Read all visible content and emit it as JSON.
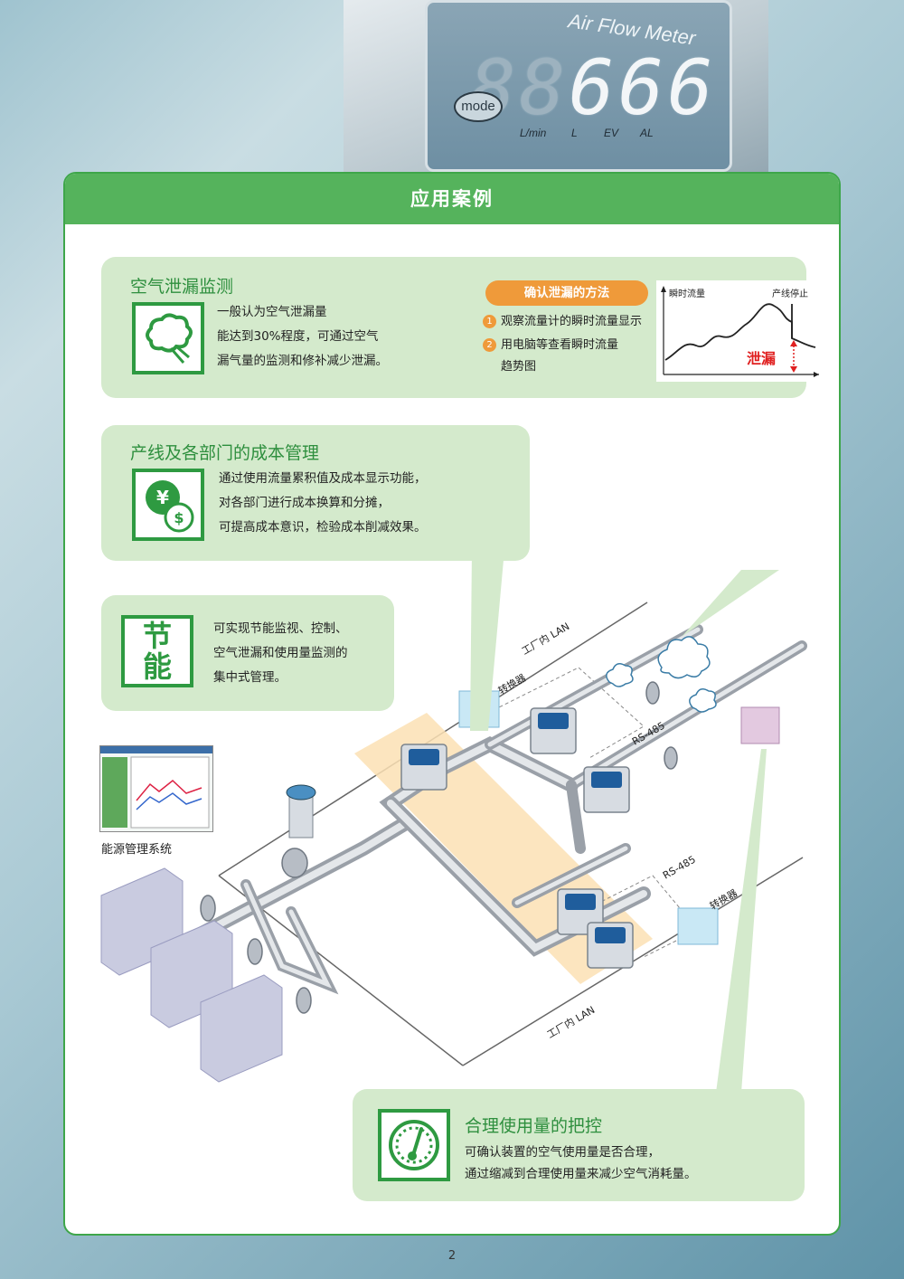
{
  "device": {
    "label": "Air Flow Meter",
    "digits_dim": "88",
    "digits": "666",
    "mode_button": "mode",
    "indicators": [
      "L/min",
      "L",
      "EV",
      "AL"
    ]
  },
  "header": {
    "title": "应用案例"
  },
  "leak_panel": {
    "title": "空气泄漏监测",
    "text": [
      "一般认为空气泄漏量",
      "能达到30%程度，可通过空气",
      "漏气量的监测和修补减少泄漏。"
    ],
    "method_label": "确认泄漏的方法",
    "steps": [
      {
        "num": "1",
        "text": "观察流量计的瞬时流量显示"
      },
      {
        "num": "2",
        "text": "用电脑等查看瞬时流量"
      }
    ],
    "step2_cont": "趋势图",
    "chart_ylabel": "瞬时流量",
    "chart_stop_label": "产线停止",
    "chart_leak_label": "泄漏"
  },
  "cost_panel": {
    "title": "产线及各部门的成本管理",
    "text": [
      "通过使用流量累积值及成本显示功能，",
      "对各部门进行成本换算和分摊，",
      "可提高成本意识，检验成本削减效果。"
    ],
    "icon_yen": "¥",
    "icon_dollar": "$"
  },
  "energy_panel": {
    "icon_text": [
      "节",
      "能"
    ],
    "text": [
      "可实现节能监视、控制、",
      "空气泄漏和使用量监测的",
      "集中式管理。"
    ]
  },
  "diagram": {
    "lan_top": "工厂内 LAN",
    "lan_bottom": "工厂内 LAN",
    "converter_top": "转换器",
    "converter_bottom": "转换器",
    "rs485_top": "RS-485",
    "rs485_bottom": "RS-485",
    "system_label": "能源管理系统"
  },
  "usage_panel": {
    "title": "合理使用量的把控",
    "text": [
      "可确认装置的空气使用量是否合理，",
      "通过缩减到合理使用量来减少空气消耗量。"
    ]
  },
  "page_number": "2",
  "colors": {
    "green": "#3ea64a",
    "header_green": "#55b35c",
    "panel_green": "#d4eacc",
    "orange": "#ef9a3a",
    "leak_red": "#e02020"
  }
}
